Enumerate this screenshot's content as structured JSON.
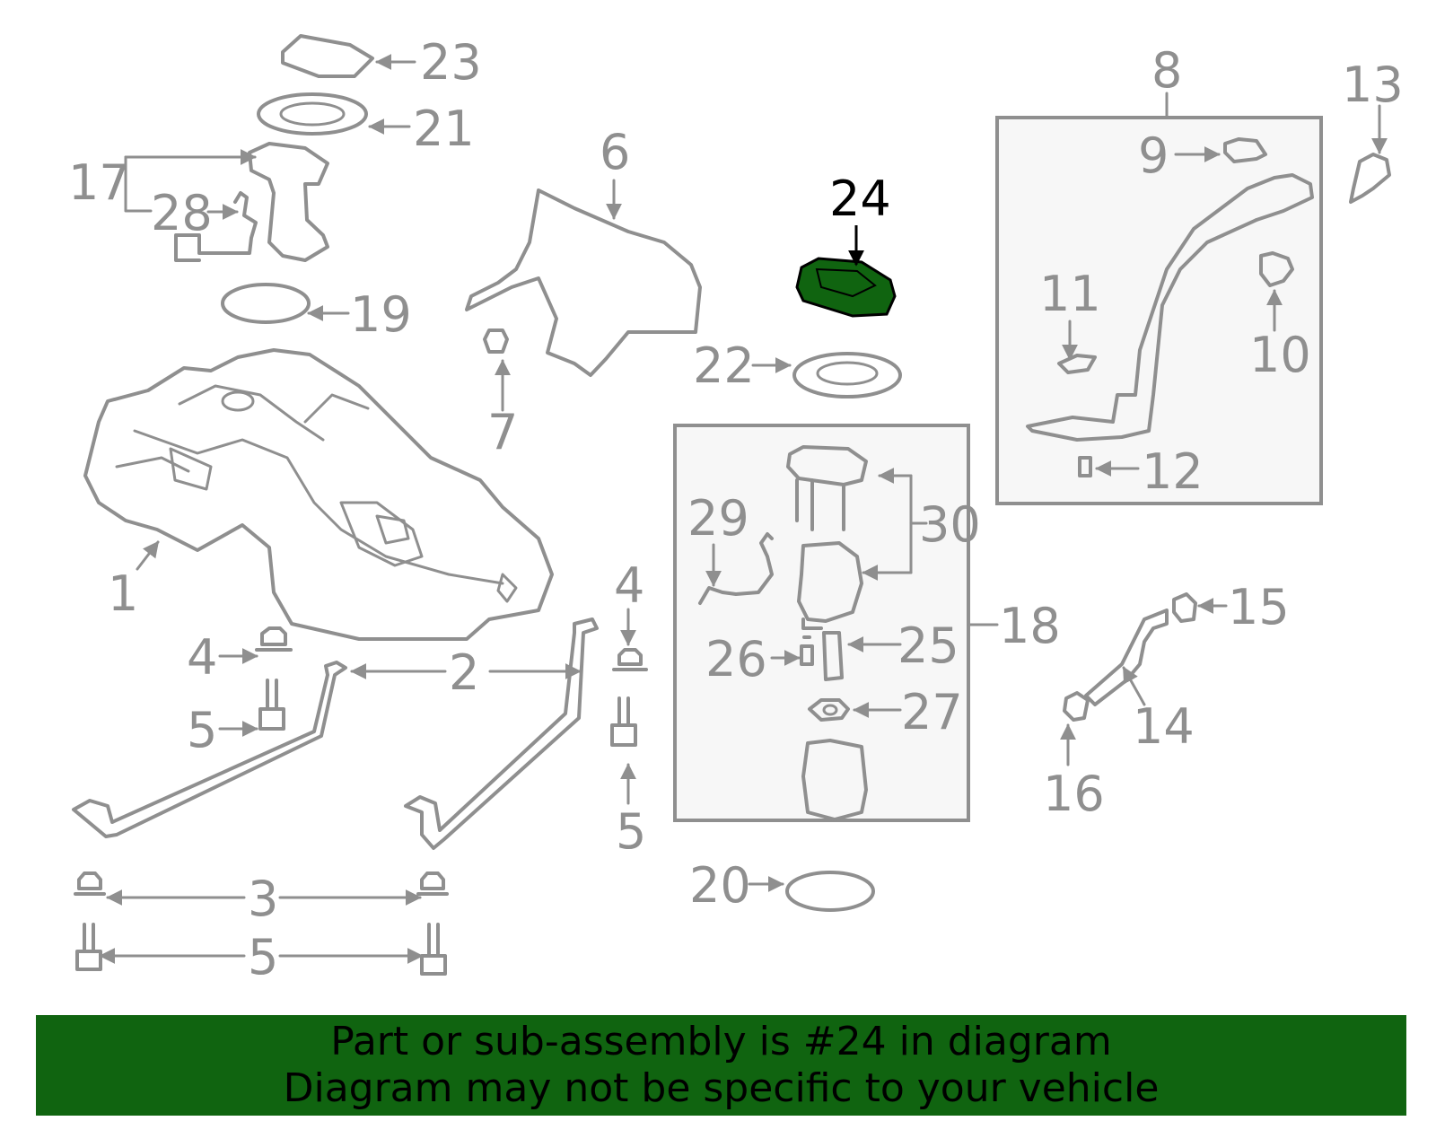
{
  "diagram": {
    "labels": {
      "l1": "1",
      "l2": "2",
      "l3": "3",
      "l4a": "4",
      "l4b": "4",
      "l5a": "5",
      "l5b": "5",
      "l5c": "5",
      "l6": "6",
      "l7": "7",
      "l8": "8",
      "l9": "9",
      "l10": "10",
      "l11": "11",
      "l12": "12",
      "l13": "13",
      "l14": "14",
      "l15": "15",
      "l16": "16",
      "l17": "17",
      "l18": "18",
      "l19": "19",
      "l20": "20",
      "l21": "21",
      "l22": "22",
      "l23": "23",
      "l24": "24",
      "l25": "25",
      "l26": "26",
      "l27": "27",
      "l28": "28",
      "l29": "29",
      "l30": "30"
    },
    "highlight_part": "24",
    "highlight_color": "#106410",
    "line_color": "#8f8f8f"
  },
  "banner": {
    "line1": "Part or sub-assembly is #24 in diagram",
    "line2": "Diagram may not be specific to your vehicle",
    "background": "#106410"
  }
}
